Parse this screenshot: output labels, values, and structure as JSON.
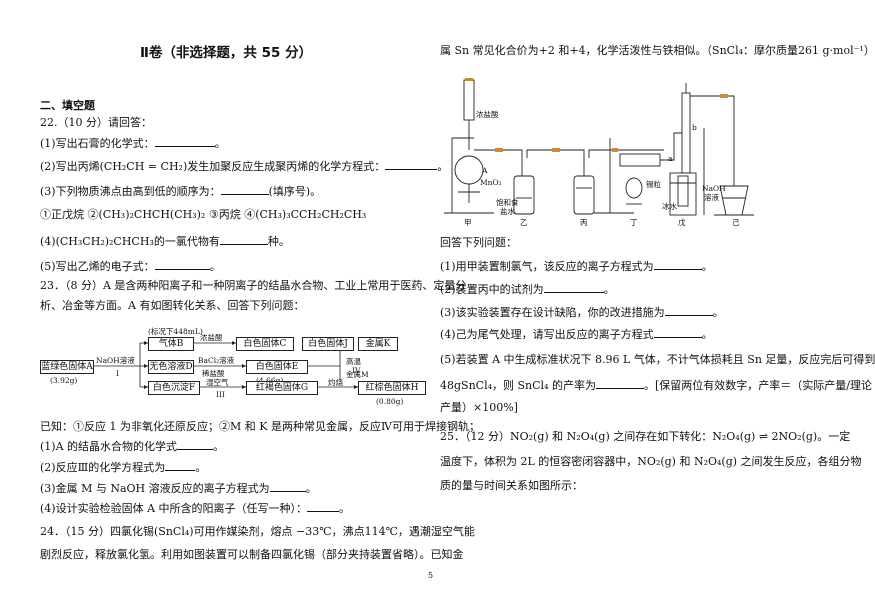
{
  "left": {
    "title": "Ⅱ卷（非选择题，共 55 分）",
    "section": "二、填空题",
    "q22": {
      "head": "22.（10 分）请回答：",
      "l1": "(1)写出石膏的化学式：",
      "l1e": "。",
      "l2a": "(2)写出丙烯",
      "l2f": "(CH₂CH = CH₂)",
      "l2b": "发生加聚反应生成聚丙烯的化学方程式：",
      "l2e": "。",
      "l3": "(3)下列物质沸点由高到低的顺序为：",
      "l3e": "(填序号)。",
      "l4": "①正戊烷 ②(CH₃)₂CHCH(CH₃)₂ ③丙烷 ④(CH₃)₃CCH₂CH₂CH₃",
      "l5a": "(4)",
      "l5f": "(CH₃CH₂)₂CHCH₃",
      "l5b": "的一氯代物有",
      "l5e": "种。",
      "l6": "(5)写出乙烯的电子式：",
      "l6e": "。"
    },
    "q23": {
      "l1": "23．（8 分）A 是含两种阳离子和一种阴离子的结晶水合物、工业上常用于医药、定量分",
      "l2": "析、冶金等方面。A 有如图转化关系、回答下列问题：",
      "diagram": {
        "start": "蓝绿色固体A",
        "start_mass": "(3.92g)",
        "r1": "NaOH溶液",
        "r1n": "I",
        "gas_note": "(标况下448mL)",
        "gasB": "气体B",
        "r_acid": "浓盐酸",
        "solidC": "白色固体C",
        "solD": "无色溶液D",
        "r2": "BaCl₂溶液",
        "r2b": "稀盐酸",
        "solidE": "白色固体E",
        "solidE_mass": "(4.66g)",
        "precipF": "白色沉淀F",
        "r3": "湿空气",
        "r3n": "III",
        "solidG": "红褐色固体G",
        "r4": "灼烧",
        "solidH": "红棕色固体H",
        "solidH_mass": "(0.80g)",
        "solidJ": "白色固体J",
        "metalK": "金属K",
        "r5": "高温",
        "r5n": "IV",
        "metalM": "金属M"
      },
      "n1": "已知：①反应 1 为非氧化还原反应；②M 和 K 是两种常见金属，反应Ⅳ可用于焊接钢轨；",
      "n2": "(1)A 的结晶水合物的化学式",
      "n2e": "。",
      "n3": "(2)反应Ⅲ的化学方程式为",
      "n3e": "。",
      "n4": "(3)金属 M 与 NaOH 溶液反应的离子方程式为",
      "n4e": "。",
      "n5": "(4)设计实验检验固体 A 中所含的阳离子（任写一种）：",
      "n5e": "。"
    },
    "q24": {
      "l1a": "24．（15 分）四氯化锡",
      "l1f": "(SnCl₄)",
      "l1b": "可用作媒染剂，熔点 −33℃，沸点114℃，遇潮湿空气能",
      "l2": "剧烈反应，释放氯化氢。利用如图装置可以制备四氯化锡（部分夹持装置省略）。已知金"
    }
  },
  "right": {
    "top": "属 Sn 常见化合价为+2 和+4，化学活泼性与铁相似。（SnCl₄：摩尔质量261 g·mol⁻¹）",
    "apparatus": {
      "conc_hcl": "浓盐酸",
      "a_label": "A",
      "mno2": "MnO₂",
      "sat_salt": "饱和食",
      "sat_salt2": "盐水",
      "tin": "锡粒",
      "b_label": "b",
      "a_small": "a",
      "naoh": "NaOH",
      "naoh2": "溶液",
      "ice_water": "冰水",
      "s1": "甲",
      "s2": "乙",
      "s3": "丙",
      "s4": "丁",
      "s5": "戊",
      "s6": "己"
    },
    "q": "回答下列问题：",
    "p1": "(1)用甲装置制氯气，该反应的离子方程式为",
    "p1e": "。",
    "p2": "(2)装置丙中的试剂为",
    "p2e": "。",
    "p3": "(3)该实验装置存在设计缺陷，你的改进措施为",
    "p3e": "。",
    "p4": "(4)己为尾气处理，请写出反应的离子方程式",
    "p4e": "。",
    "p5a": "(5)若装置 A 中生成标准状况下 8.96 L 气体，不计气体损耗且 Sn 足量，反应完后可得到",
    "p5b1": "48gSnCl₄",
    "p5b2": "，则 SnCl₄ 的产率为",
    "p5b3": "。[保留两位有效数字，产率＝（实际产量/理论",
    "p5c": "产量）×100%]",
    "q25a1": "25．（12 分）",
    "q25a2": "NO₂(g) 和 N₂O₄(g) 之间存在如下转化：N₂O₄(g) ⇌ 2NO₂(g)",
    "q25a3": "。一定",
    "q25b": "温度下，体积为 2L 的恒容密闭容器中，NO₂(g) 和 N₂O₄(g) 之间发生反应，各组分物",
    "q25c": "质的量与时间关系如图所示："
  },
  "page_number": "5"
}
